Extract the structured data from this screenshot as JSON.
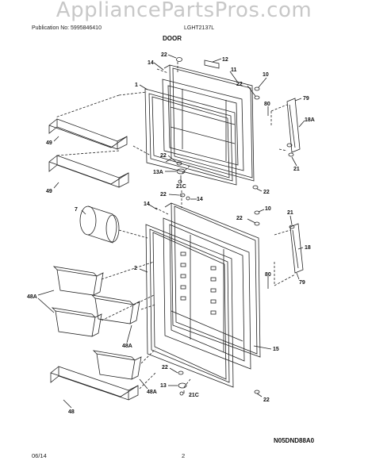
{
  "watermark": "AppliancePartsPros.com",
  "header": {
    "publication": "Publication No: 5995846410",
    "model": "LGHT2137L",
    "section": "DOOR"
  },
  "footer": {
    "date": "06/14",
    "page": "2",
    "diagram_code": "N05DND88A0"
  },
  "callouts": {
    "c22a": "22",
    "c12": "12",
    "c14a": "14",
    "c11": "11",
    "c10a": "10",
    "c22b": "22",
    "c1": "1",
    "c80a": "80",
    "c79a": "79",
    "c18a": "18A",
    "c49a": "49",
    "c22c": "22",
    "c21a": "21",
    "c13a": "13A",
    "c21c_a": "21C",
    "c49b": "49",
    "c22d": "22",
    "c22e": "22",
    "c14b": "14",
    "c14c": "14",
    "c7": "7",
    "c10b": "10",
    "c22f": "22",
    "c21b": "21",
    "c2": "2",
    "c18": "18",
    "c80b": "80",
    "c79b": "79",
    "c48a_a": "48A",
    "c48a_b": "48A",
    "c15": "15",
    "c22g": "22",
    "c13": "13",
    "c48a_c": "48A",
    "c21c_b": "21C",
    "c48": "48",
    "c22h": "22"
  }
}
